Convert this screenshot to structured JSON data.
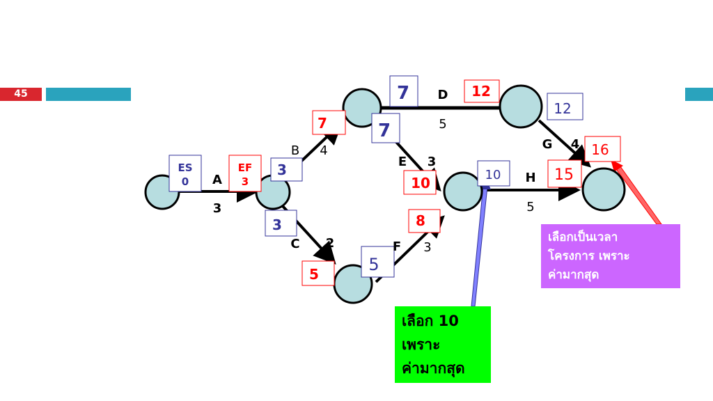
{
  "slide": {
    "number": "45"
  },
  "nodes": [
    "n1",
    "n2",
    "n3",
    "n4",
    "n5",
    "n6",
    "n7"
  ],
  "activities": {
    "A": {
      "name": "A",
      "duration": "3"
    },
    "B": {
      "name": "B",
      "duration": "4"
    },
    "C": {
      "name": "C",
      "duration": "2"
    },
    "D": {
      "name": "D",
      "duration": "5"
    },
    "E": {
      "name": "E",
      "duration": "3"
    },
    "F": {
      "name": "F",
      "duration": "3"
    },
    "G": {
      "name": "G",
      "duration": "4"
    },
    "H": {
      "name": "H",
      "duration": "5"
    }
  },
  "boxes": {
    "es_header": "ES",
    "es_value": "0",
    "ef_header": "EF",
    "ef_value": "3",
    "b_es": "3",
    "c_es": "3",
    "b_ef": "7",
    "c_ef": "5",
    "d_es": "7",
    "e_es": "7",
    "d_ef": "12",
    "f_es": "5",
    "e_ef": "10",
    "f_ef": "8",
    "g_es": "12",
    "h_es": "10",
    "g_ef": "16",
    "h_ef": "15"
  },
  "notes": {
    "green": "เลือก 10\nเพราะ\nค่ามากสุด",
    "purple": "เลือกเป็นเวลา\nโครงการ เพราะ\nค่ามากสุด"
  },
  "colors": {
    "node_fill": "#b7dde0",
    "red": "#ff0000",
    "blue": "#333399",
    "green_note": "#00ff00",
    "purple_note": "#cc66ff",
    "slide_number_bg": "#d9262e",
    "teal_bar": "#2aa3bd"
  }
}
